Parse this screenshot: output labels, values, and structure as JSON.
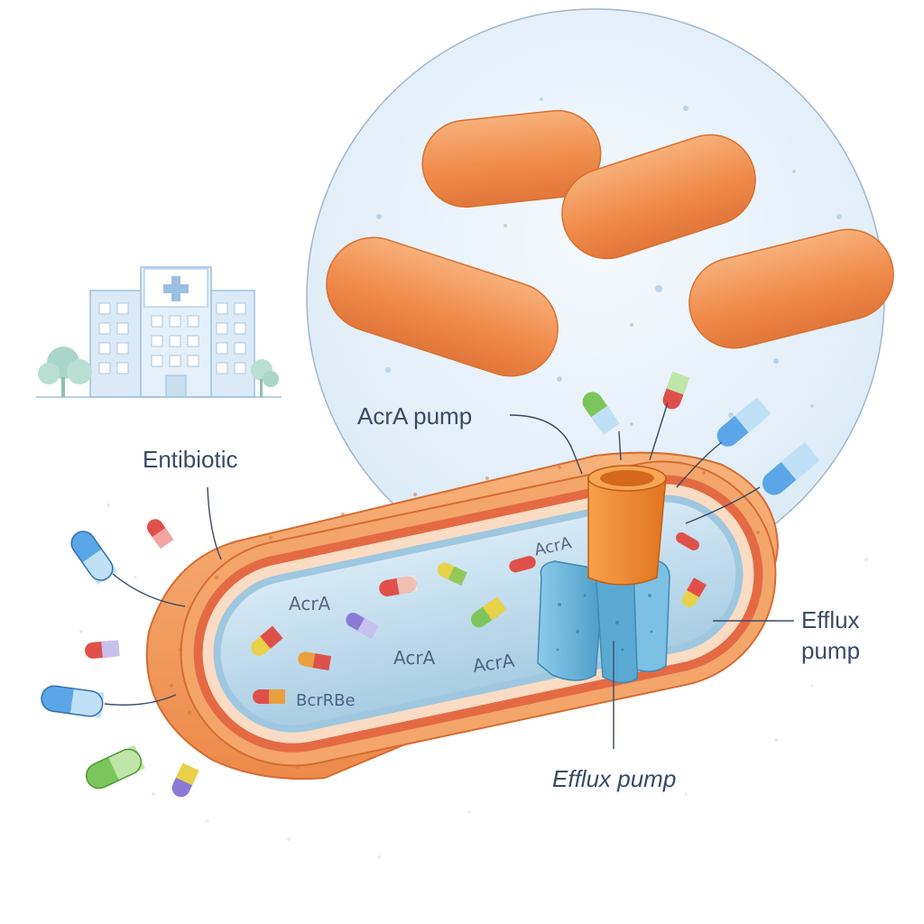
{
  "labels": {
    "antibiotic": "Entibiotic",
    "acra_pump": "AcrA pump",
    "efflux_right": [
      "Efflux",
      "pump"
    ],
    "efflux_bottom": "Efflux pump"
  },
  "inner_texts": [
    "AcrA",
    "AcrA",
    "AcrA",
    "AcrA",
    "BcrRBe"
  ],
  "icons": [
    "hospital-icon",
    "tree-icon",
    "cross-icon"
  ],
  "colors": {
    "bacteria": "#f39a5a",
    "bacteria_dark": "#e07a36",
    "cytoplasm": "#bcd9ec",
    "membrane": "#e8764a",
    "pump_orange": "#f08a30",
    "pump_blue": "#6fb8dc",
    "magnifier": "#e9f3fb",
    "capsule_blue": "#5aa6e6",
    "capsule_red": "#e0504a",
    "capsule_green": "#7cc55a",
    "capsule_yellow": "#e8d24a",
    "capsule_purple": "#8a7ad6"
  }
}
